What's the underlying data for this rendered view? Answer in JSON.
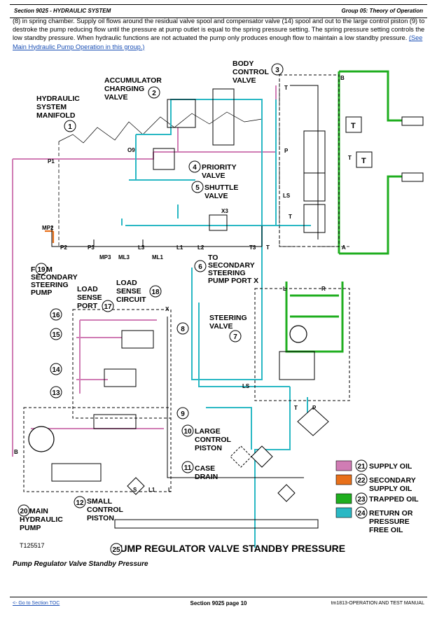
{
  "header": {
    "section": "Section 9025 - HYDRAULIC SYSTEM",
    "group": "Group 05: Theory of Operation"
  },
  "intro": {
    "text": "(8) in spring chamber. Supply oil flows around the residual valve spool and compensator valve (14) spool and out to the large control piston (9) to destroke the pump reducing flow until the pressure at pump outlet is equal to the spring pressure setting. The spring pressure setting controls the low standby pressure. When hydraulic functions are not actuated the pump only produces enough flow to maintain a low standby pressure.",
    "link": "(See Main Hydraulic Pump Operation in this group.)"
  },
  "colors": {
    "supply": "#d07cb4",
    "secondary_supply": "#e8701a",
    "trapped": "#1fae1f",
    "return": "#2ab8c4"
  },
  "diagram": {
    "labels": {
      "hydraulic_manifold": [
        "HYDRAULIC",
        "SYSTEM",
        "MANIFOLD"
      ],
      "accumulator_valve": [
        "ACCUMULATOR",
        "CHARGING",
        "VALVE"
      ],
      "body_control_valve": [
        "BODY",
        "CONTROL",
        "VALVE"
      ],
      "priority_valve": [
        "PRIORITY",
        "VALVE"
      ],
      "shuttle_valve": [
        "SHUTTLE",
        "VALVE"
      ],
      "to_secondary_steering": [
        "TO",
        "SECONDARY",
        "STEERING",
        "PUMP PORT X"
      ],
      "from_secondary_steering": [
        "FROM",
        "SECONDARY",
        "STEERING",
        "PUMP"
      ],
      "load_sense_port": [
        "LOAD",
        "SENSE",
        "PORT"
      ],
      "load_sense_circuit": [
        "LOAD",
        "SENSE",
        "CIRCUIT"
      ],
      "steering_valve": [
        "STEERING",
        "VALVE"
      ],
      "large_control_piston": [
        "LARGE",
        "CONTROL",
        "PISTON"
      ],
      "case_drain": [
        "CASE",
        "DRAIN"
      ],
      "small_control_piston": [
        "SMALL",
        "CONTROL",
        "PISTON"
      ],
      "main_hydraulic_pump": [
        "MAIN",
        "HYDRAULIC",
        "PUMP"
      ],
      "title": "PUMP REGULATOR VALVE STANDBY PRESSURE",
      "figure_id": "T125517"
    },
    "numbers": {
      "n1": "1",
      "n2": "2",
      "n3": "3",
      "n4": "4",
      "n5": "5",
      "n6": "6",
      "n7": "7",
      "n8": "8",
      "n9": "9",
      "n10": "10",
      "n11": "11",
      "n12": "12",
      "n13": "13",
      "n14": "14",
      "n15": "15",
      "n16": "16",
      "n17": "17",
      "n18": "18",
      "n19": "19",
      "n20": "20",
      "n21": "21",
      "n22": "22",
      "n23": "23",
      "n24": "24",
      "n25": "25"
    },
    "ports": {
      "p1": "P1",
      "o9": "O9",
      "x3": "X3",
      "mp2": "MP2",
      "p2": "P2",
      "p3": "P3",
      "mp3": "MP3",
      "ml3": "ML3",
      "l3": "L3",
      "ml1": "ML1",
      "l1": "L1",
      "l2": "L2",
      "t3": "T3",
      "t_manifold": "T",
      "a": "A",
      "b_top": "B",
      "t_bcv1": "T",
      "p_bcv": "P",
      "t_bcv2": "T",
      "ls_bcv": "LS",
      "t_bcv3": "T",
      "x": "X",
      "l": "L",
      "r": "R",
      "ls_steer": "LS",
      "t_steer": "T",
      "p_steer": "P",
      "b_pump": "B",
      "s_pump": "S",
      "l1_pump": "L1",
      "l_pump": "L",
      "t_box1": "T",
      "t_box2": "T"
    },
    "legend": [
      {
        "num": "21",
        "label": "SUPPLY OIL",
        "color": "#d07cb4"
      },
      {
        "num": "22",
        "label": "SECONDARY SUPPLY OIL",
        "lines": [
          "SECONDARY",
          "SUPPLY OIL"
        ],
        "color": "#e8701a"
      },
      {
        "num": "23",
        "label": "TRAPPED OIL",
        "color": "#1fae1f"
      },
      {
        "num": "24",
        "label": "RETURN OR PRESSURE FREE OIL",
        "lines": [
          "RETURN OR",
          "PRESSURE",
          "FREE OIL"
        ],
        "color": "#2ab8c4"
      }
    ]
  },
  "caption": "Pump Regulator Valve Standby Pressure",
  "footer": {
    "toc_link": "<- Go to Section TOC",
    "page": "Section 9025 page 10",
    "manual": "tm1813-OPERATION AND TEST MANUAL"
  }
}
